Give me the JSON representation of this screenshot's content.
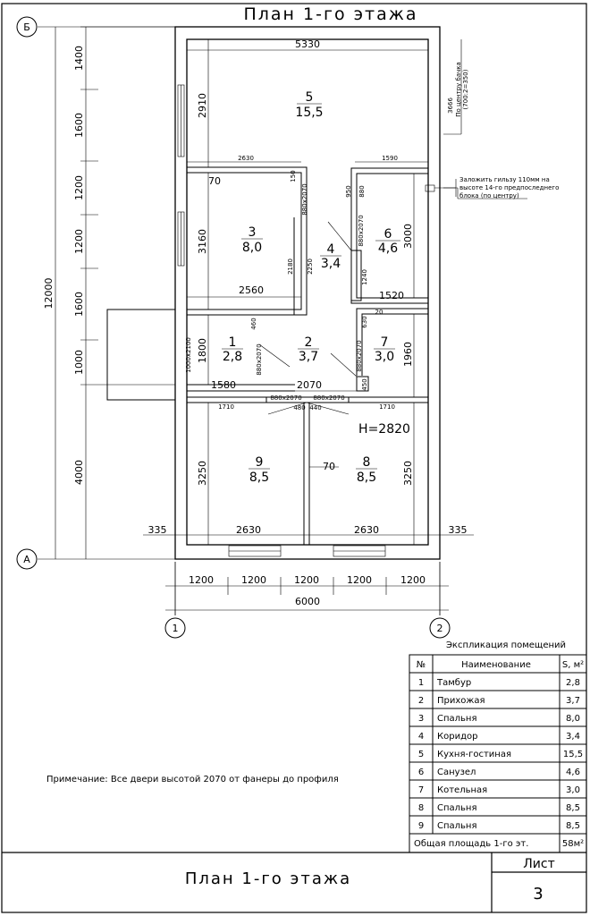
{
  "title": "План 1-го этажа",
  "axes": {
    "b": "Б",
    "a": "А",
    "one": "1",
    "two": "2"
  },
  "note": "Примечание: Все двери высотой 2070 от фанеры до профиля",
  "height_label": "H=2820",
  "annotation_sleeve": [
    "Заложить гильзу 110мм на",
    "высоте 14-го предпоследнего",
    "блока (по центру)"
  ],
  "annotation_tank": [
    "3666",
    "По центру бачка",
    "(700:2=350)"
  ],
  "rooms": [
    {
      "no": "5",
      "area": "15,5"
    },
    {
      "no": "3",
      "area": "8,0"
    },
    {
      "no": "4",
      "area": "3,4"
    },
    {
      "no": "6",
      "area": "4,6"
    },
    {
      "no": "1",
      "area": "2,8"
    },
    {
      "no": "2",
      "area": "3,7"
    },
    {
      "no": "7",
      "area": "3,0"
    },
    {
      "no": "9",
      "area": "8,5"
    },
    {
      "no": "8",
      "area": "8,5"
    }
  ],
  "dimensions": {
    "d5330": "5330",
    "d2910": "2910",
    "d2630a": "2630",
    "d70a": "70",
    "d1590": "1590",
    "d950": "950",
    "d880": "880",
    "d880x2070_a": "880x2070",
    "d880x2070_b": "880x2070",
    "d3160": "3160",
    "d2180": "2180",
    "d2250": "2250",
    "d3000": "3000",
    "d1240": "1240",
    "d2560": "2560",
    "d1520": "1520",
    "d630": "630",
    "d20": "20",
    "d460": "460",
    "d1800": "1800",
    "d880x2070_c": "880x2070",
    "d880x2070_d": "880x2070",
    "d1960": "1960",
    "d1580": "1580",
    "d2070": "2070",
    "d450": "450",
    "d1710a": "1710",
    "d1710b": "1710",
    "d880x2070_e": "880x2070",
    "d880x2070_f": "880x2070",
    "d480": "480",
    "d440": "440",
    "d3250a": "3250",
    "d3250b": "3250",
    "d70b": "70",
    "d335a": "335",
    "d335b": "335",
    "d2630b": "2630",
    "d2630c": "2630",
    "d1000x2100": "1000x2100",
    "d6000": "6000",
    "d12000": "12000",
    "d150": "150"
  },
  "left_chain": [
    "1400",
    "1600",
    "1200",
    "1200",
    "1600",
    "1000",
    "4000"
  ],
  "bottom_chain": [
    "1200",
    "1200",
    "1200",
    "1200",
    "1200"
  ],
  "explication": {
    "title": "Экспликация помещений",
    "headers": [
      "№",
      "Наименование",
      "S, м²"
    ],
    "rows": [
      [
        "1",
        "Тамбур",
        "2,8"
      ],
      [
        "2",
        "Прихожая",
        "3,7"
      ],
      [
        "3",
        "Спальня",
        "8,0"
      ],
      [
        "4",
        "Коридор",
        "3,4"
      ],
      [
        "5",
        "Кухня-гостиная",
        "15,5"
      ],
      [
        "6",
        "Санузел",
        "4,6"
      ],
      [
        "7",
        "Котельная",
        "3,0"
      ],
      [
        "8",
        "Спальня",
        "8,5"
      ],
      [
        "9",
        "Спальня",
        "8,5"
      ]
    ],
    "total_label": "Общая площадь 1-го эт.",
    "total_value": "58м²"
  },
  "stamp": {
    "name": "План 1-го этажа",
    "sheet_label": "Лист",
    "sheet_number": "3"
  }
}
